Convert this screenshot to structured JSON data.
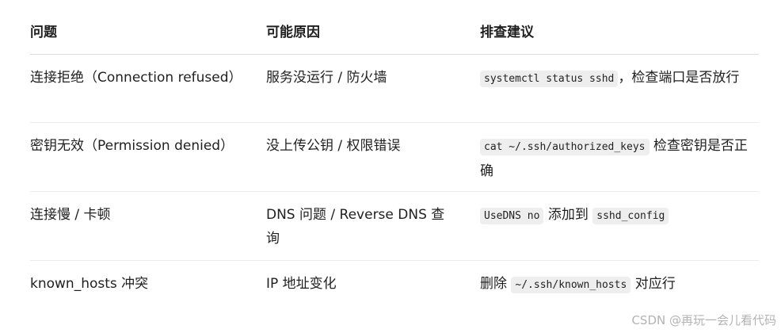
{
  "table": {
    "headers": [
      "问题",
      "可能原因",
      "排查建议"
    ],
    "rows": [
      {
        "problem": "连接拒绝（Connection refused）",
        "cause": "服务没运行 / 防火墙",
        "suggestion": {
          "code1": "systemctl status sshd",
          "text1": "，检查端口是否放行"
        }
      },
      {
        "problem": "密钥无效（Permission denied）",
        "cause": "没上传公钥 / 权限错误",
        "suggestion": {
          "code1": "cat ~/.ssh/authorized_keys",
          "text1": " 检查密钥是否正确"
        }
      },
      {
        "problem": "连接慢 / 卡顿",
        "cause": "DNS 问题 / Reverse DNS 查询",
        "suggestion": {
          "code1": "UseDNS no",
          "text1": " 添加到 ",
          "code2": "sshd_config"
        }
      },
      {
        "problem": "known_hosts 冲突",
        "cause": "IP 地址变化",
        "suggestion": {
          "text0": "删除 ",
          "code1": "~/.ssh/known_hosts",
          "text1": " 对应行"
        }
      }
    ]
  },
  "watermark": "CSDN @再玩一会儿看代码"
}
